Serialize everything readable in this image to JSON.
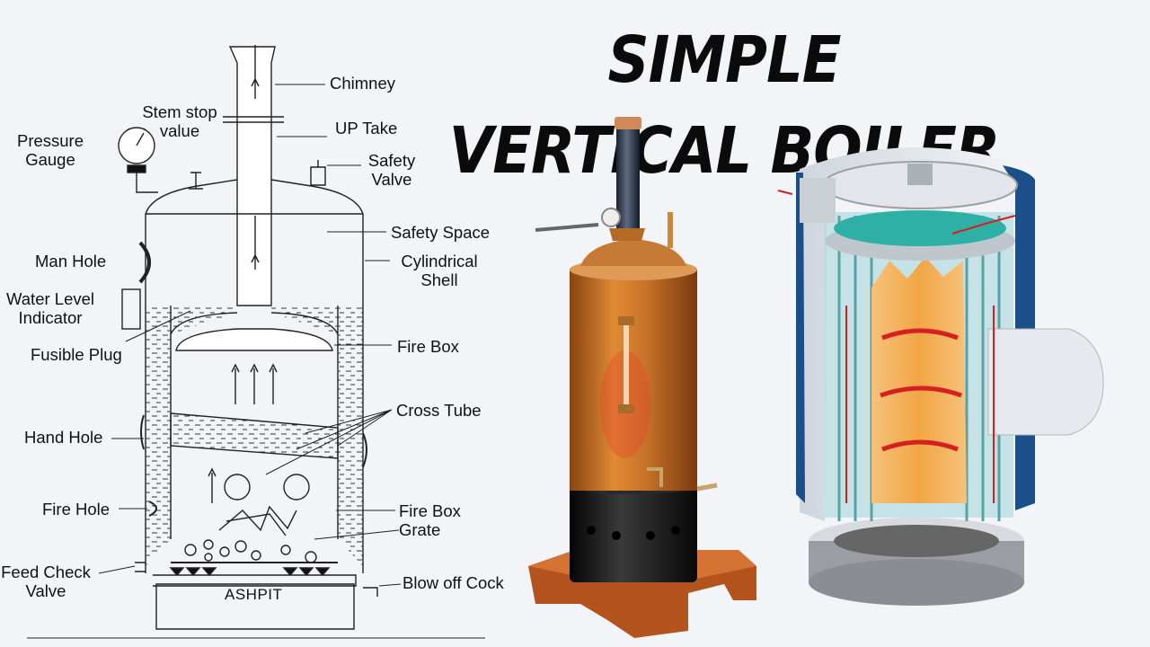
{
  "title": "SIMPLE VERTICAL BOILER",
  "labels": {
    "chimney": "Chimney",
    "stem_stop_value": "Stem stop\nvalue",
    "up_take": "UP Take",
    "pressure_gauge": "Pressure\nGauge",
    "safety_valve": "Safety\nValve",
    "safety_space": "Safety Space",
    "man_hole": "Man Hole",
    "cylindrical_shell": "Cylindrical\nShell",
    "water_level_indicator": "Water Level\nIndicator",
    "fusible_plug": "Fusible Plug",
    "fire_box_top": "Fire Box",
    "cross_tube": "Cross Tube",
    "hand_hole": "Hand Hole",
    "fire_hole": "Fire Hole",
    "fire_box_bottom": "Fire Box",
    "grate": "Grate",
    "feed_check_valve": "Feed Check\nValve",
    "blow_off_cock": "Blow off Cock",
    "ashpit": "ASHPIT"
  },
  "colors": {
    "background": "#f3f4f8",
    "copper": "#c9772a",
    "base_black": "#1a1a1a",
    "wood": "#b3541e",
    "water": "#2fb0a6",
    "flame_orange": "#f2a646",
    "arrow_red": "#d62020",
    "shell_blue": "#1a4f8a"
  },
  "illustrations": {
    "diagram": "boiler-line-diagram",
    "photo": "copper-model-boiler",
    "cutaway": "3d-cutaway-boiler"
  }
}
